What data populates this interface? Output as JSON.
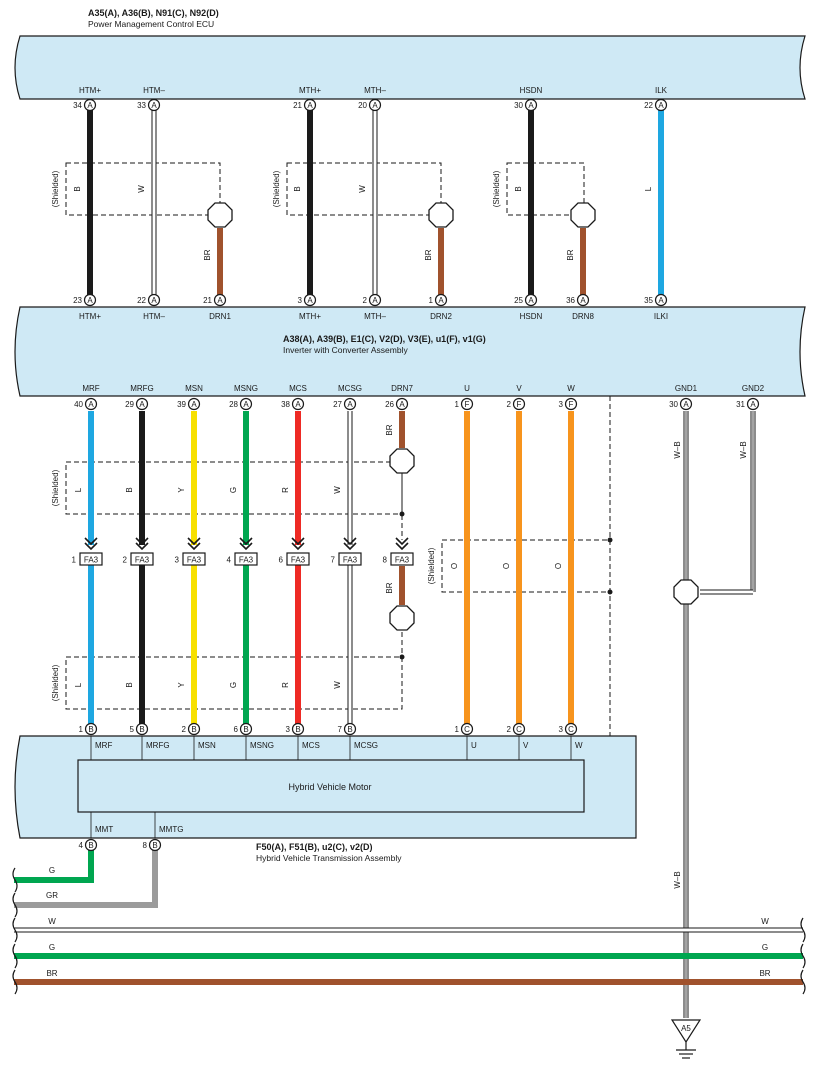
{
  "colors": {
    "connector_fill": "#cfe9f5",
    "wire_B": "#1a1a1a",
    "wire_W": "#ffffff",
    "wire_BR": "#a0522d",
    "wire_L": "#1ea7e1",
    "wire_Y": "#f7e000",
    "wire_G": "#00a650",
    "wire_R": "#ee2a24",
    "wire_O": "#f7941d",
    "wire_GR": "#9b9b9b"
  },
  "ecu": {
    "codes": "A35(A), A36(B), N91(C), N92(D)",
    "name": "Power Management Control ECU",
    "pins": [
      {
        "label": "HTM+",
        "num": "34",
        "conn": "A"
      },
      {
        "label": "HTM–",
        "num": "33",
        "conn": "A"
      },
      {
        "label": "MTH+",
        "num": "21",
        "conn": "A"
      },
      {
        "label": "MTH–",
        "num": "20",
        "conn": "A"
      },
      {
        "label": "HSDN",
        "num": "30",
        "conn": "A"
      },
      {
        "label": "ILK",
        "num": "22",
        "conn": "A"
      }
    ]
  },
  "inverter": {
    "codes": "A38(A), A39(B), E1(C), V2(D), V3(E), u1(F), v1(G)",
    "name": "Inverter with Converter Assembly",
    "top_pins": [
      {
        "label": "HTM+",
        "num": "23",
        "conn": "A"
      },
      {
        "label": "HTM–",
        "num": "22",
        "conn": "A"
      },
      {
        "label": "DRN1",
        "num": "21",
        "conn": "A"
      },
      {
        "label": "MTH+",
        "num": "3",
        "conn": "A"
      },
      {
        "label": "MTH–",
        "num": "2",
        "conn": "A"
      },
      {
        "label": "DRN2",
        "num": "1",
        "conn": "A"
      },
      {
        "label": "HSDN",
        "num": "25",
        "conn": "A"
      },
      {
        "label": "DRN8",
        "num": "36",
        "conn": "A"
      },
      {
        "label": "ILKI",
        "num": "35",
        "conn": "A"
      }
    ],
    "bottom_pins": [
      {
        "label": "MRF",
        "num": "40",
        "conn": "A"
      },
      {
        "label": "MRFG",
        "num": "29",
        "conn": "A"
      },
      {
        "label": "MSN",
        "num": "39",
        "conn": "A"
      },
      {
        "label": "MSNG",
        "num": "28",
        "conn": "A"
      },
      {
        "label": "MCS",
        "num": "38",
        "conn": "A"
      },
      {
        "label": "MCSG",
        "num": "27",
        "conn": "A"
      },
      {
        "label": "DRN7",
        "num": "26",
        "conn": "A"
      },
      {
        "label": "U",
        "num": "1",
        "conn": "F"
      },
      {
        "label": "V",
        "num": "2",
        "conn": "F"
      },
      {
        "label": "W",
        "num": "3",
        "conn": "F"
      },
      {
        "label": "GND1",
        "num": "30",
        "conn": "A"
      },
      {
        "label": "GND2",
        "num": "31",
        "conn": "A"
      }
    ]
  },
  "upper_wires": [
    {
      "color_code": "B"
    },
    {
      "color_code": "W"
    },
    {
      "color_code": "BR"
    },
    {
      "color_code": "B"
    },
    {
      "color_code": "W"
    },
    {
      "color_code": "BR"
    },
    {
      "color_code": "B"
    },
    {
      "color_code": "BR"
    },
    {
      "color_code": "L"
    }
  ],
  "shield_text": "(Shielded)",
  "signal_wires": [
    {
      "color_code": "L"
    },
    {
      "color_code": "B"
    },
    {
      "color_code": "Y"
    },
    {
      "color_code": "G"
    },
    {
      "color_code": "R"
    },
    {
      "color_code": "W"
    },
    {
      "color_code": "BR"
    }
  ],
  "phase_wire_code": "O",
  "ground_wire_code": "W–B",
  "junction": {
    "label": "FA3",
    "pins": [
      "1",
      "2",
      "3",
      "4",
      "6",
      "7",
      "8"
    ]
  },
  "motor": {
    "inner_label": "Hybrid Vehicle Motor",
    "codes": "F50(A), F51(B), u2(C), v2(D)",
    "name": "Hybrid Vehicle Transmission Assembly",
    "top_pins": [
      {
        "label": "MRF",
        "num": "1",
        "conn": "B"
      },
      {
        "label": "MRFG",
        "num": "5",
        "conn": "B"
      },
      {
        "label": "MSN",
        "num": "2",
        "conn": "B"
      },
      {
        "label": "MSNG",
        "num": "6",
        "conn": "B"
      },
      {
        "label": "MCS",
        "num": "3",
        "conn": "B"
      },
      {
        "label": "MCSG",
        "num": "7",
        "conn": "B"
      },
      {
        "label": "U",
        "num": "1",
        "conn": "C"
      },
      {
        "label": "V",
        "num": "2",
        "conn": "C"
      },
      {
        "label": "W",
        "num": "3",
        "conn": "C"
      }
    ],
    "bottom_pins": [
      {
        "label": "MMT",
        "num": "4",
        "conn": "B"
      },
      {
        "label": "MMTG",
        "num": "8",
        "conn": "B"
      }
    ]
  },
  "bottom_wires": [
    {
      "color_code": "G"
    },
    {
      "color_code": "GR"
    },
    {
      "color_code": "W"
    },
    {
      "color_code": "G"
    },
    {
      "color_code": "BR"
    }
  ],
  "ground_point": "A5"
}
